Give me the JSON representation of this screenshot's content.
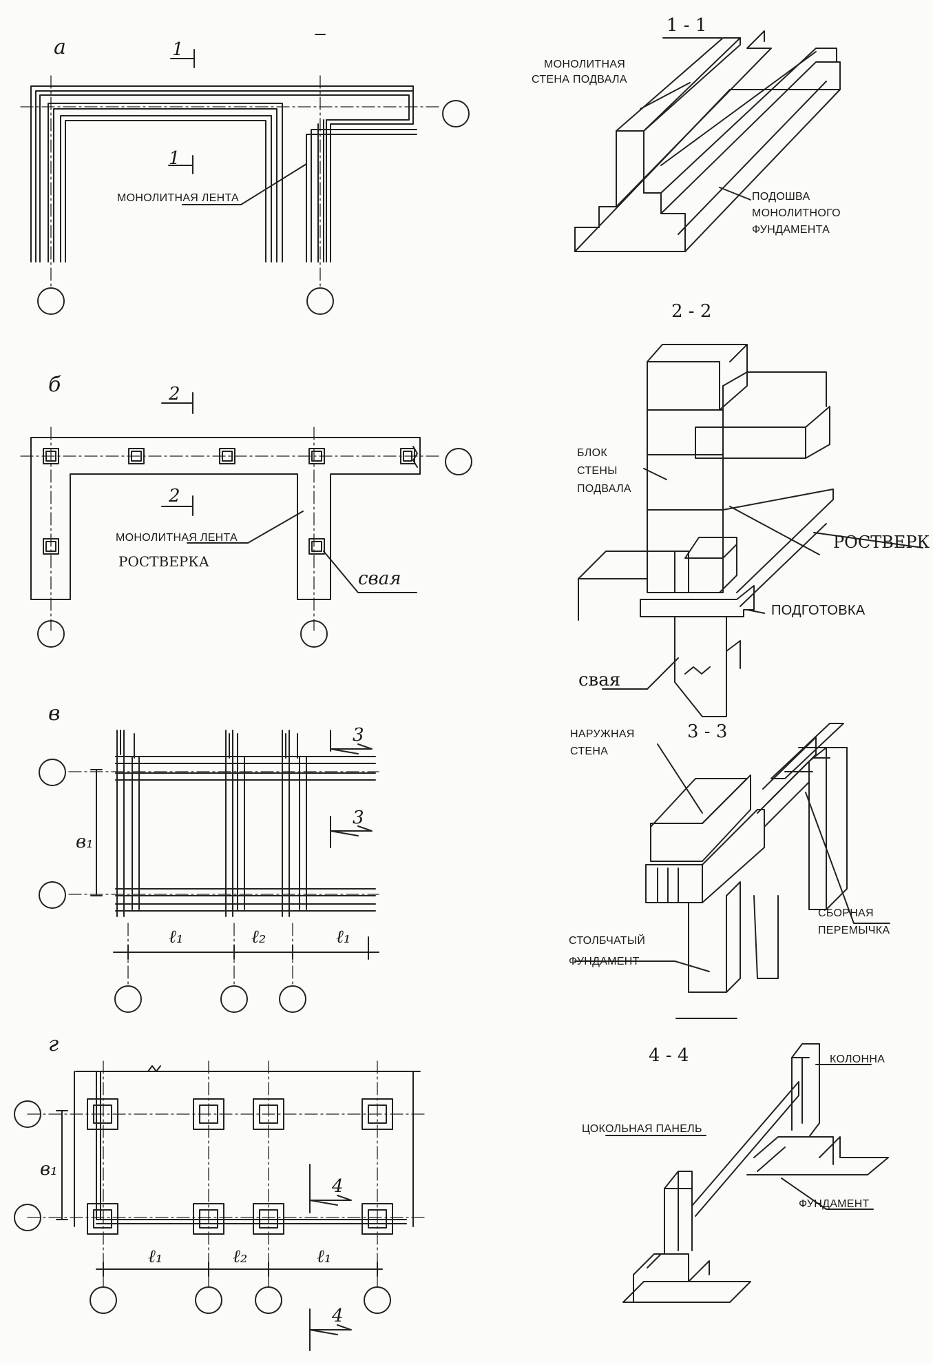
{
  "plans": {
    "a": {
      "letter": "а",
      "cut_upper": "1",
      "cut_lower": "1",
      "label": "МОНОЛИТНАЯ ЛЕНТА"
    },
    "b": {
      "letter": "б",
      "cut_upper": "2",
      "cut_lower": "2",
      "label_line1": "МОНОЛИТНАЯ ЛЕНТА",
      "label_line2": "РОСТВЕРКА",
      "pile_label": "свая"
    },
    "v": {
      "letter": "в",
      "cut_upper": "3",
      "cut_lower": "3",
      "dim_b": "в₁",
      "dim_l1a": "ℓ₁",
      "dim_l2": "ℓ₂",
      "dim_l1b": "ℓ₁"
    },
    "g": {
      "letter": "г",
      "cut_upper": "4",
      "cut_lower": "4",
      "dim_b": "в₁",
      "dim_l1a": "ℓ₁",
      "dim_l2": "ℓ₂",
      "dim_l1b": "ℓ₁"
    }
  },
  "sections": {
    "s1": {
      "title": "1 - 1",
      "wall_line1": "МОНОЛИТНАЯ",
      "wall_line2": "СТЕНА ПОДВАЛА",
      "sole_line1": "ПОДОШВА",
      "sole_line2": "МОНОЛИТНОГО",
      "sole_line3": "ФУНДАМЕНТА"
    },
    "s2": {
      "title": "2 - 2",
      "block_line1": "БЛОК",
      "block_line2": "СТЕНЫ",
      "block_line3": "ПОДВАЛА",
      "grillage": "РОСТВЕРК",
      "prep": "ПОДГОТОВКА",
      "pile": "свая"
    },
    "s3": {
      "title": "3 - 3",
      "wall_line1": "НАРУЖНАЯ",
      "wall_line2": "СТЕНА",
      "lintel_line1": "СБОРНАЯ",
      "lintel_line2": "ПЕРЕМЫЧКА",
      "found_line1": "СТОЛБЧАТЫЙ",
      "found_line2": "ФУНДАМЕНТ"
    },
    "s4": {
      "title": "4 - 4",
      "column": "КОЛОННА",
      "panel": "ЦОКОЛЬНАЯ ПАНЕЛЬ",
      "found": "ФУНДАМЕНТ"
    }
  }
}
